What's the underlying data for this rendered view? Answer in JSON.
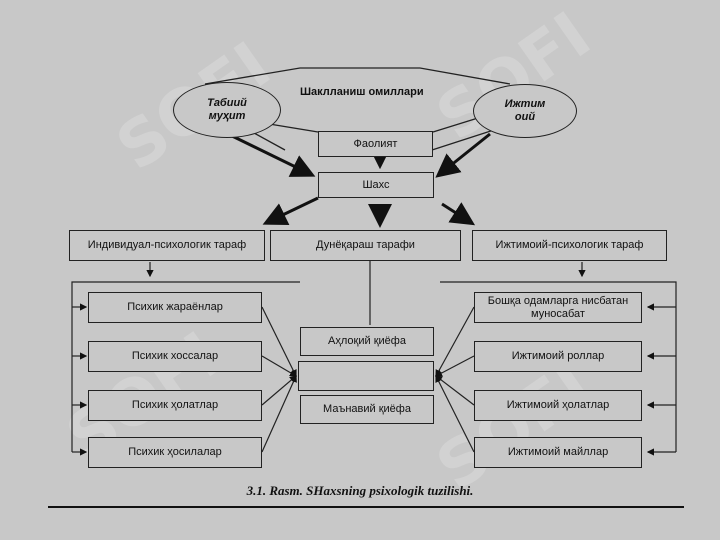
{
  "diagram": {
    "top_label": "Шаклланиш омиллари",
    "oval_left": "Табиий муҳит",
    "oval_right": "Ижтим оий",
    "activity": "Фаолият",
    "person": "Шахс",
    "branch_left": "Индивидуал-психологик тараф",
    "branch_center": "Дунёқараш тарафи",
    "branch_right": "Ижтимоий-психологик тараф",
    "left_items": [
      "Психик жараёнлар",
      "Психик хоссалар",
      "Психик ҳолатлар",
      "Психик ҳосилалар"
    ],
    "center_items": [
      "Аҳлоқий қиёфа",
      "",
      "Маънавий қиёфа"
    ],
    "right_items": [
      "Бошқа одамларга нисбатан муносабат",
      "Ижтимоий роллар",
      "Ижтимоий ҳолатлар",
      "Ижтимоий майллар"
    ],
    "caption": "3.1. Rasm. SHaxsning psixologik tuzilishi."
  }
}
